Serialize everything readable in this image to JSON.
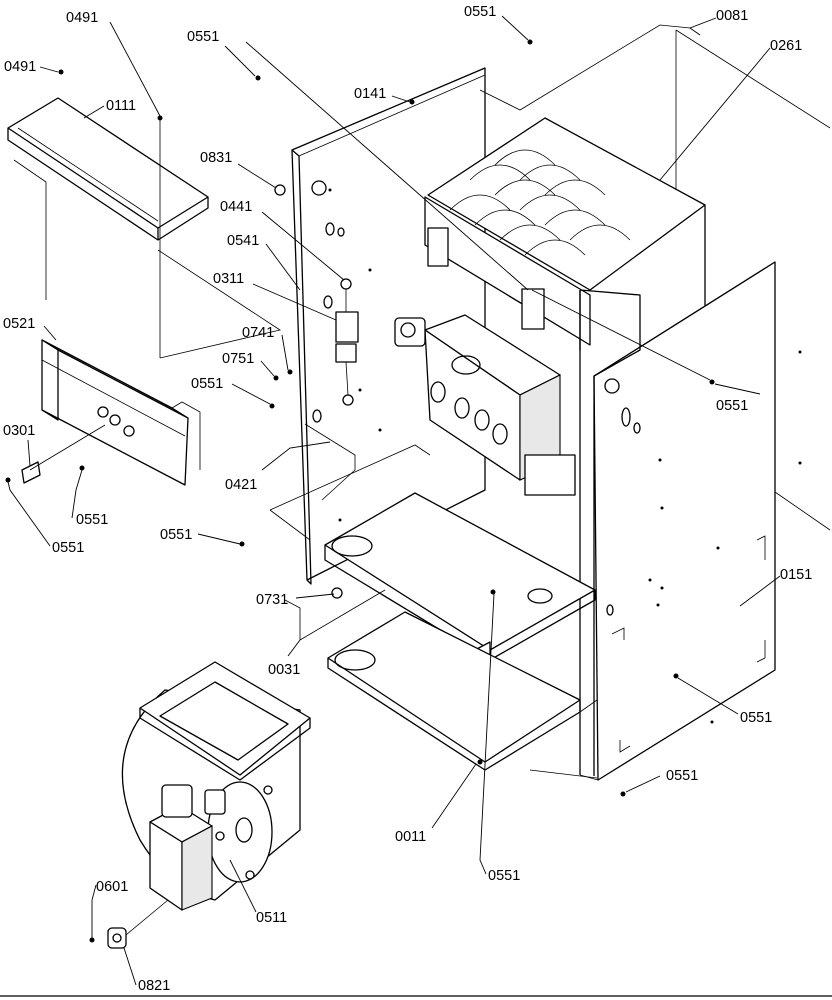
{
  "diagram": {
    "labels": [
      {
        "id": "l-0491a",
        "text": "0491"
      },
      {
        "id": "l-0491b",
        "text": "0491"
      },
      {
        "id": "l-0111",
        "text": "0111"
      },
      {
        "id": "l-0551a",
        "text": "0551"
      },
      {
        "id": "l-0551b",
        "text": "0551"
      },
      {
        "id": "l-0141",
        "text": "0141"
      },
      {
        "id": "l-0081",
        "text": "0081"
      },
      {
        "id": "l-0261",
        "text": "0261"
      },
      {
        "id": "l-0831",
        "text": "0831"
      },
      {
        "id": "l-0441",
        "text": "0441"
      },
      {
        "id": "l-0541",
        "text": "0541"
      },
      {
        "id": "l-0311",
        "text": "0311"
      },
      {
        "id": "l-0521",
        "text": "0521"
      },
      {
        "id": "l-0741",
        "text": "0741"
      },
      {
        "id": "l-0751",
        "text": "0751"
      },
      {
        "id": "l-0551c",
        "text": "0551"
      },
      {
        "id": "l-0551d",
        "text": "0551"
      },
      {
        "id": "l-0421",
        "text": "0421"
      },
      {
        "id": "l-0301",
        "text": "0301"
      },
      {
        "id": "l-0551e",
        "text": "0551"
      },
      {
        "id": "l-0551f",
        "text": "0551"
      },
      {
        "id": "l-0551g",
        "text": "0551"
      },
      {
        "id": "l-0151",
        "text": "0151"
      },
      {
        "id": "l-0731",
        "text": "0731"
      },
      {
        "id": "l-0031",
        "text": "0031"
      },
      {
        "id": "l-0551h",
        "text": "0551"
      },
      {
        "id": "l-0551i",
        "text": "0551"
      },
      {
        "id": "l-0011",
        "text": "0011"
      },
      {
        "id": "l-0551j",
        "text": "0551"
      },
      {
        "id": "l-0601",
        "text": "0601"
      },
      {
        "id": "l-0511",
        "text": "0511"
      },
      {
        "id": "l-0821",
        "text": "0821"
      }
    ]
  }
}
